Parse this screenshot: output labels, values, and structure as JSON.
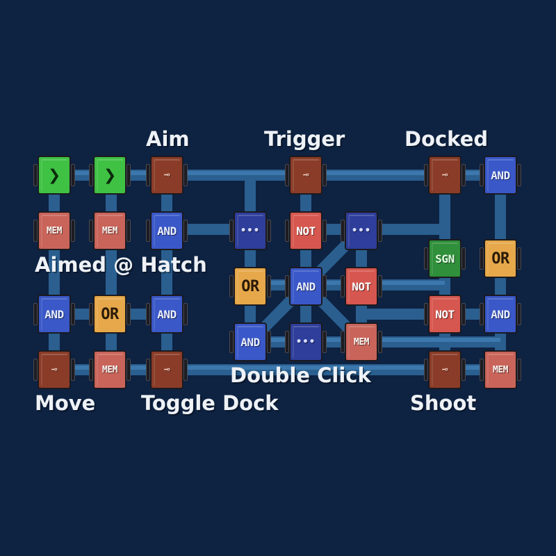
{
  "labels": {
    "aim": "Aim",
    "trigger": "Trigger",
    "docked": "Docked",
    "aimed_hatch": "Aimed @ Hatch",
    "double_click": "Double Click",
    "move": "Move",
    "toggle_dock": "Toggle Dock",
    "shoot": "Shoot"
  },
  "gate_text": {
    "and": "AND",
    "or": "OR",
    "not": "NOT",
    "mem": "MEM",
    "sgn": "SGN",
    "arrow": "❯",
    "delay": "•••",
    "switch": "⊸"
  },
  "colors": {
    "background": "#0e2242",
    "wire": "#2a5f8f",
    "and": "#3a58c8",
    "or": "#e6a84a",
    "not": "#d6574f",
    "mem": "#c9645a",
    "sgn": "#2f8f3a",
    "arrow": "#3fc144",
    "delay": "#2e3e9a",
    "switch": "#8a3c28"
  }
}
